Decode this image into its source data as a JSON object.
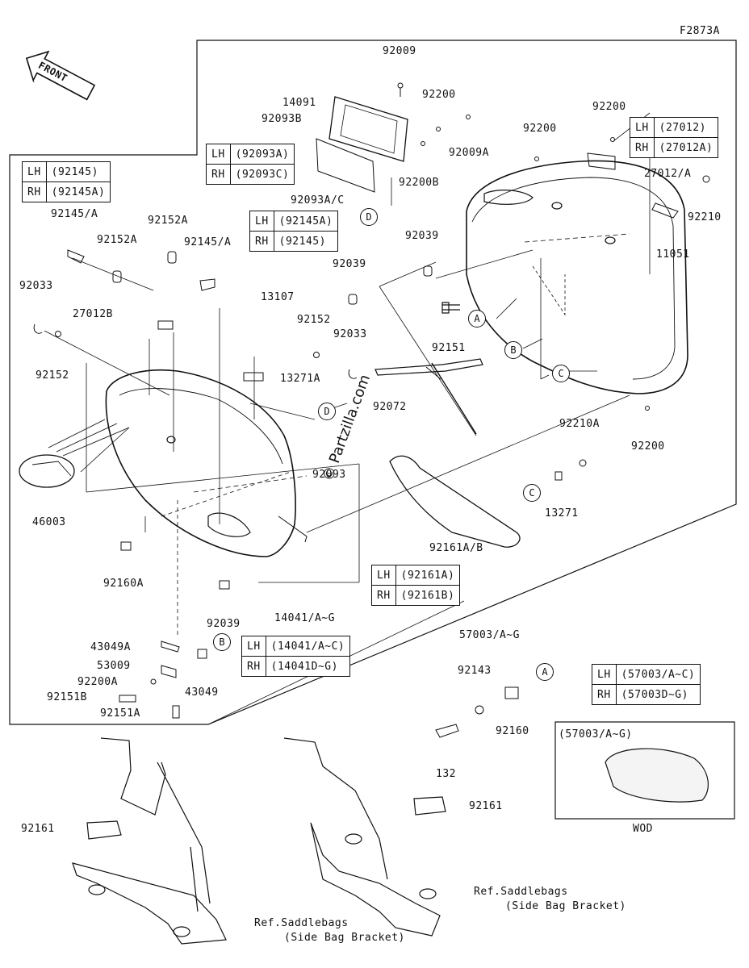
{
  "figure_code": "F2873A",
  "front_label": "FRONT",
  "watermark": "© Partzilla.com",
  "parts": {
    "p92009": "92009",
    "p14091": "14091",
    "p92093B": "92093B",
    "p92200_a": "92200",
    "p92009A": "92009A",
    "p92200B": "92200B",
    "p92200_b": "92200",
    "p92200_c": "92200",
    "p27012_A": "27012/A",
    "p92210": "92210",
    "p11051": "11051",
    "p92093A_C": "92093A/C",
    "p92145_A_l": "92145/A",
    "p92152A_l": "92152A",
    "p92152A_r": "92152A",
    "p92145_A_r": "92145/A",
    "p92033_l": "92033",
    "p27012B": "27012B",
    "p92152_l": "92152",
    "p13107": "13107",
    "p92152_m": "92152",
    "p92033_m": "92033",
    "p13271A": "13271A",
    "p92039_a": "92039",
    "p92039_b": "92039",
    "p92151": "92151",
    "p92072": "92072",
    "p92093": "92093",
    "p46003": "46003",
    "p92160A": "92160A",
    "p92039_c": "92039",
    "p14041": "14041/A~G",
    "p92161AB": "92161A/B",
    "p92210A": "92210A",
    "p92200_d": "92200",
    "p13271": "13271",
    "p57003": "57003/A~G",
    "p43049A": "43049A",
    "p53009": "53009",
    "p92200A": "92200A",
    "p92151B": "92151B",
    "p92151A": "92151A",
    "p43049": "43049",
    "p92143": "92143",
    "p92160": "92160",
    "p132": "132",
    "p92161_l": "92161",
    "p92161_r": "92161",
    "wod_title": "(57003/A~G)",
    "wod_label": "WOD"
  },
  "references": {
    "ref1_line1": "Ref.Saddlebags",
    "ref1_line2": "(Side Bag Bracket)",
    "ref2_line1": "Ref.Saddlebags",
    "ref2_line2": "(Side Bag Bracket)"
  },
  "callouts": [
    "A",
    "B",
    "C",
    "D"
  ],
  "tables": {
    "t92093": [
      [
        "LH",
        "(92093A)"
      ],
      [
        "RH",
        "(92093C)"
      ]
    ],
    "t92145_l": [
      [
        "LH",
        "(92145)"
      ],
      [
        "RH",
        "(92145A)"
      ]
    ],
    "t92145_r": [
      [
        "LH",
        "(92145A)"
      ],
      [
        "RH",
        "(92145)"
      ]
    ],
    "t27012": [
      [
        "LH",
        "(27012)"
      ],
      [
        "RH",
        "(27012A)"
      ]
    ],
    "t92161": [
      [
        "LH",
        "(92161A)"
      ],
      [
        "RH",
        "(92161B)"
      ]
    ],
    "t14041": [
      [
        "LH",
        "(14041/A~C)"
      ],
      [
        "RH",
        "(14041D~G)"
      ]
    ],
    "t57003": [
      [
        "LH",
        "(57003/A~C)"
      ],
      [
        "RH",
        "(57003D~G)"
      ]
    ]
  }
}
